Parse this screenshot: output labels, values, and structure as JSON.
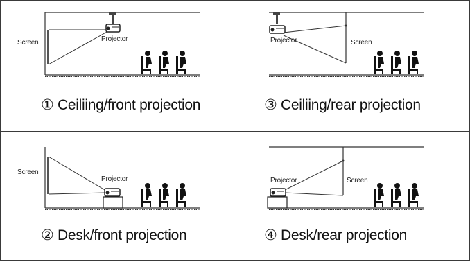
{
  "panels": [
    {
      "id": "ceiling-front",
      "caption": "① Ceiliing/front projection",
      "screen_label": "Screen",
      "projector_label": "Projector"
    },
    {
      "id": "ceiling-rear",
      "caption": "③ Ceiliing/rear projection",
      "screen_label": "Screen",
      "projector_label": "Projector"
    },
    {
      "id": "desk-front",
      "caption": "② Desk/front projection",
      "screen_label": "Screen",
      "projector_label": "Projector"
    },
    {
      "id": "desk-rear",
      "caption": "④ Desk/rear projection",
      "screen_label": "Screen",
      "projector_label": "Projector"
    }
  ]
}
